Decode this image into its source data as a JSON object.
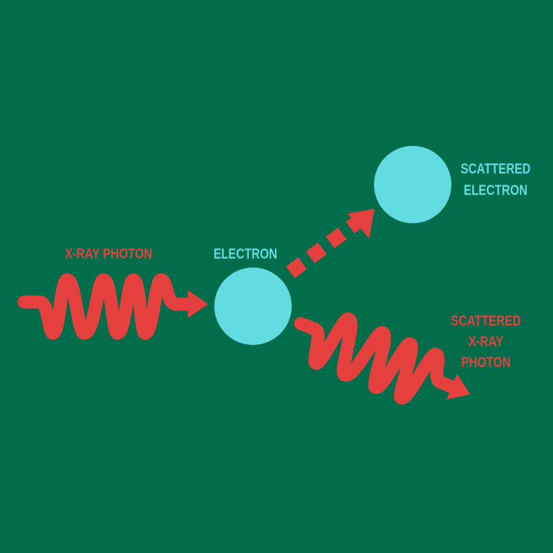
{
  "colors": {
    "background": "#016d4b",
    "photon": "#e5403e",
    "electron": "#62dbe1"
  },
  "labels": {
    "incoming_photon": "X-RAY PHOTON",
    "electron": "ELECTRON",
    "scattered_electron": [
      "SCATTERED",
      "ELECTRON"
    ],
    "scattered_photon": [
      "SCATTERED",
      "X-RAY",
      "PHOTON"
    ]
  }
}
